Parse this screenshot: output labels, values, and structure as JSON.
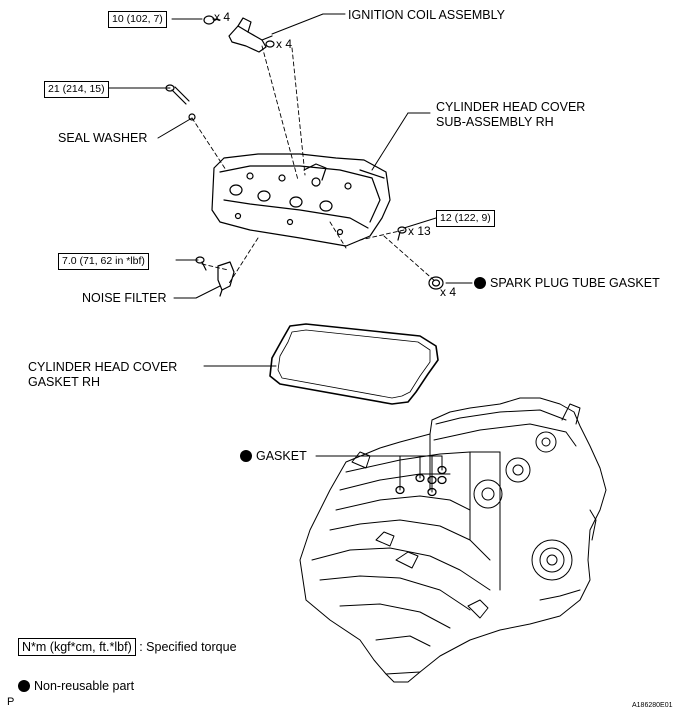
{
  "torque_specs": {
    "coil_bolt": "10 (102, 7)",
    "stud_bolt": "21 (214, 15)",
    "head_cover_bolt": "12 (122, 9)",
    "noise_filter_bolt": "7.0 (71, 62 in *lbf)"
  },
  "quantities": {
    "coil_bolts": "x 4",
    "coils": "x 4",
    "head_cover_bolts": "x 13",
    "tube_gaskets": "x 4"
  },
  "labels": {
    "ignition_coil": "IGNITION COIL ASSEMBLY",
    "head_cover_line1": "CYLINDER HEAD COVER",
    "head_cover_line2": "SUB-ASSEMBLY RH",
    "seal_washer": "SEAL WASHER",
    "spark_plug_tube_gasket": "SPARK PLUG TUBE GASKET",
    "noise_filter": "NOISE FILTER",
    "cover_gasket_line1": "CYLINDER HEAD COVER",
    "cover_gasket_line2": "GASKET RH",
    "gasket": "GASKET"
  },
  "legend": {
    "torque_unit": "N*m (kgf*cm, ft.*lbf)",
    "torque_desc": ": Specified torque",
    "nonreusable": "Non-reusable part"
  },
  "footer": {
    "left_mark": "P",
    "figure_id": "A186280E01"
  }
}
